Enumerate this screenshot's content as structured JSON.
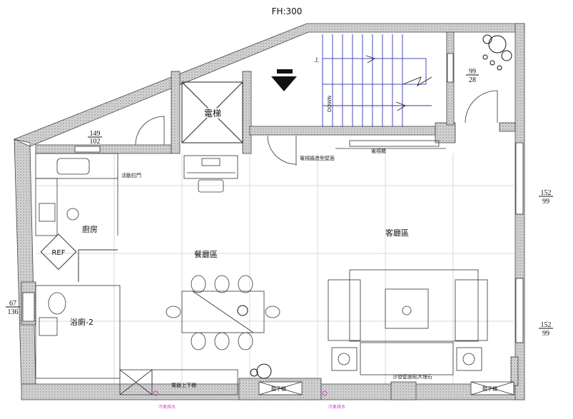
{
  "title": "FH:300",
  "rooms": {
    "elevator": "電梯",
    "kitchen": "廚房",
    "fridge": "REF",
    "bathroom": "浴廁-2",
    "dining": "餐廳區",
    "living": "客廳區"
  },
  "furniture": {
    "tv_cabinet": "電視櫃",
    "appliance_cabinet": "電器上下櫃",
    "shoe_cabinet_1": "鞋子櫃",
    "shoe_cabinet_2": "鞋子櫃",
    "kitchen_door_note": "活動拉門",
    "tv_wall_note": "電視牆造型壁面",
    "sofa_wall_note": "沙發壁面貼大理石",
    "ac_note_1": "冷氣排水",
    "ac_note_2": "冷氣排水",
    "stair_up": "上",
    "stair_down": "DOWN"
  },
  "dimensions": {
    "window_top_left": {
      "top": "149",
      "bottom": "102"
    },
    "window_garden": {
      "top": "99",
      "bottom": "28"
    },
    "window_right_upper": {
      "top": "152",
      "bottom": "99"
    },
    "window_right_lower": {
      "top": "152",
      "bottom": "99"
    },
    "window_left": {
      "top": "67",
      "bottom": "136"
    }
  },
  "colors": {
    "wall": "#cfcfcf",
    "stairs": "#3a3ab0",
    "note": "#d040c0"
  }
}
